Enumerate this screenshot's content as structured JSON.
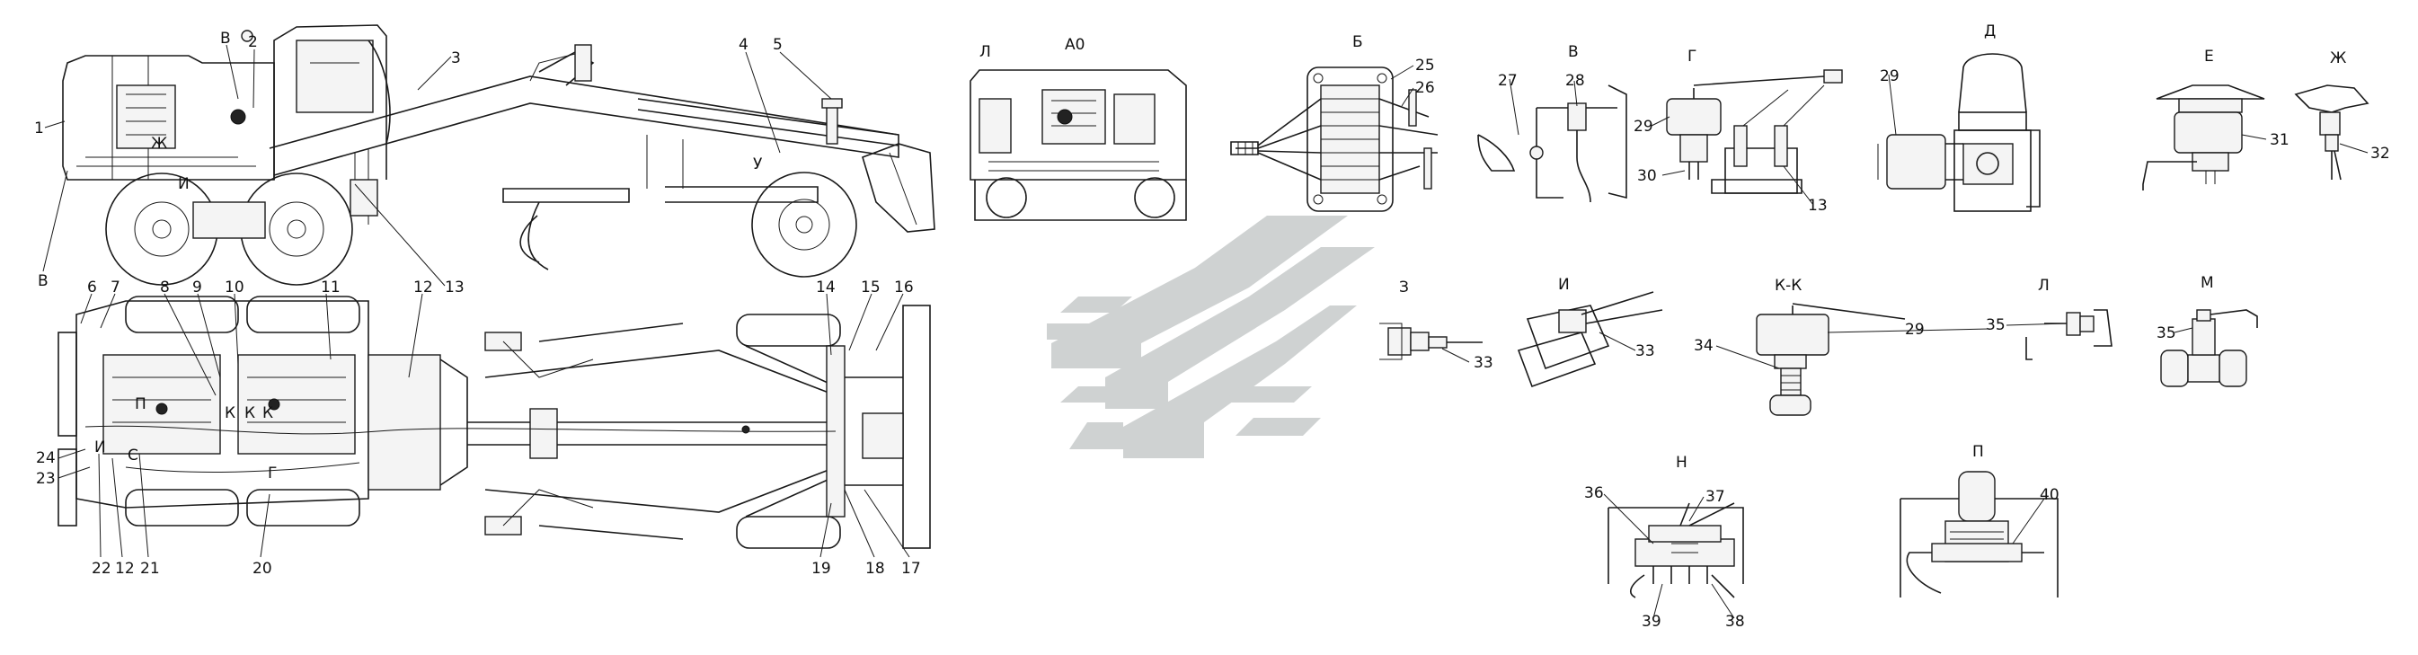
{
  "callouts": [
    "1",
    "2",
    "3",
    "4",
    "5",
    "6",
    "7",
    "8",
    "9",
    "10",
    "11",
    "12",
    "13",
    "14",
    "15",
    "16",
    "17",
    "18",
    "19",
    "20",
    "21",
    "22",
    "12",
    "23",
    "24",
    "25",
    "26",
    "27",
    "28",
    "29",
    "30",
    "13",
    "29",
    "31",
    "32",
    "33",
    "33",
    "34",
    "29",
    "35",
    "35",
    "36",
    "37",
    "38",
    "39",
    "40"
  ],
  "view_labels": [
    "В",
    "Ж",
    "И",
    "У",
    "В",
    "П",
    "К",
    "К",
    "И",
    "С",
    "Г",
    "Л",
    "К"
  ],
  "detail_titles": [
    "А0",
    "Б",
    "В",
    "Г",
    "Д",
    "Е",
    "Ж",
    "З",
    "И",
    "К-К",
    "Л",
    "М",
    "Н",
    "П"
  ],
  "watermark": {
    "color": "#cfd2d2"
  }
}
